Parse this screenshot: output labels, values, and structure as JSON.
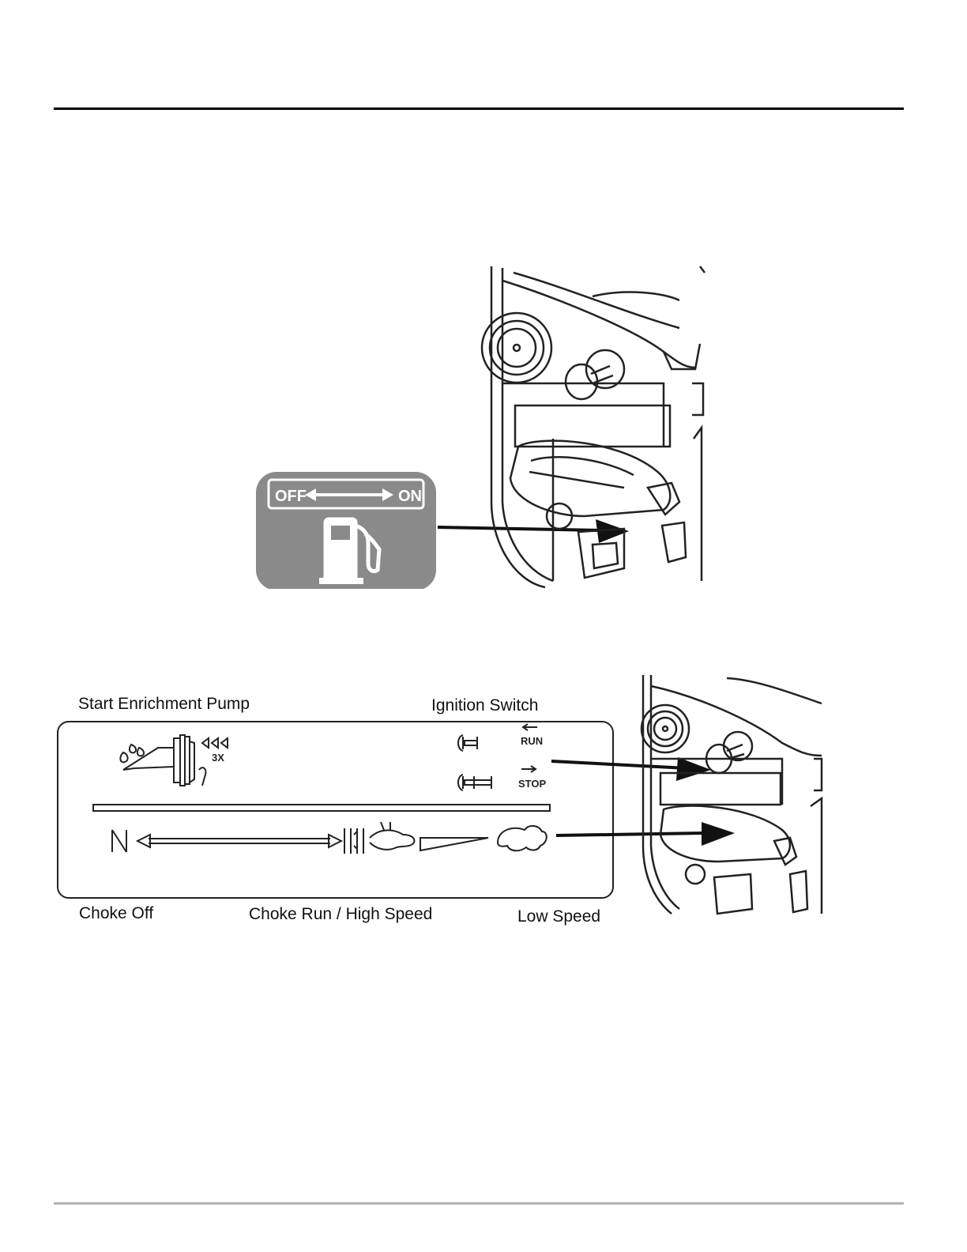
{
  "fuel_valve_figure": {
    "label_off": "OFF",
    "label_on": "ON",
    "decal_icon": "fuel-pump-icon",
    "decal_color": "#8a8a8a"
  },
  "controls_figure": {
    "start_enrichment_pump": "Start Enrichment Pump",
    "ignition_switch": "Ignition Switch",
    "run_label": "RUN",
    "stop_label": "STOP",
    "pump_count": "3X",
    "choke_off": "Choke Off",
    "choke_run_high_speed": "Choke Run / High Speed",
    "low_speed": "Low Speed"
  }
}
